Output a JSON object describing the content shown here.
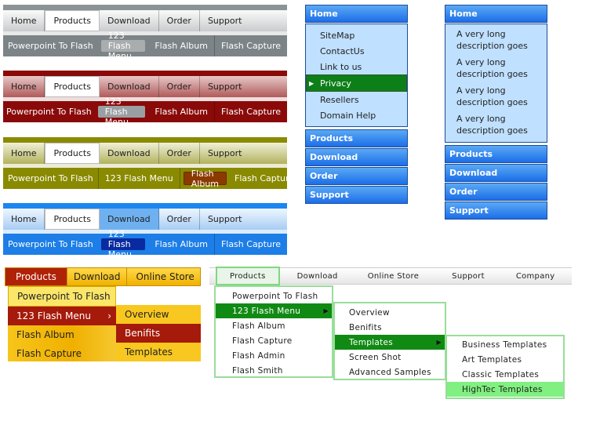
{
  "top_menu": [
    "Home",
    "Products",
    "Download",
    "Order",
    "Support"
  ],
  "sub_menu": [
    "Powerpoint To Flash",
    "123 Flash Menu",
    "Flash Album",
    "Flash Capture"
  ],
  "blue_menu": {
    "home": "Home",
    "items": [
      "SiteMap",
      "ContactUs",
      "Link to us",
      "Privacy",
      "Resellers",
      "Domain Help"
    ],
    "sections": [
      "Products",
      "Download",
      "Order",
      "Support"
    ]
  },
  "desc_menu": {
    "home": "Home",
    "items": [
      [
        "A very long",
        "description goes"
      ],
      [
        "A very long",
        "description goes"
      ],
      [
        "A very long",
        "description goes"
      ],
      [
        "A very long",
        "description goes"
      ]
    ],
    "sections": [
      "Products",
      "Download",
      "Order",
      "Support"
    ]
  },
  "orange_menu": {
    "bar": [
      "Products",
      "Download",
      "Online Store"
    ],
    "dropdown": [
      "Powerpoint To Flash",
      "123 Flash Menu",
      "Flash Album",
      "Flash Capture"
    ],
    "submenu": [
      "Overview",
      "Benifits",
      "Templates"
    ],
    "arrow": "›"
  },
  "green_menu": {
    "bar": [
      "Products",
      "Download",
      "Online Store",
      "Support",
      "Company"
    ],
    "dropdown": [
      "Powerpoint To Flash",
      "123 Flash Menu",
      "Flash Album",
      "Flash Capture",
      "Flash Admin",
      "Flash Smith"
    ],
    "submenu": [
      "Overview",
      "Benifits",
      "Templates",
      "Screen Shot",
      "Advanced Samples"
    ],
    "submenu2": [
      "Business Templates",
      "Art Templates",
      "Classic Templates",
      "HighTec Templates"
    ]
  },
  "colors": {
    "gray": "#7c8487",
    "red": "#8a0a0a",
    "olive": "#8a8a00",
    "blue": "#1c7ee6",
    "green_sel": "#0d7f19",
    "orange": "#f6b80a"
  }
}
